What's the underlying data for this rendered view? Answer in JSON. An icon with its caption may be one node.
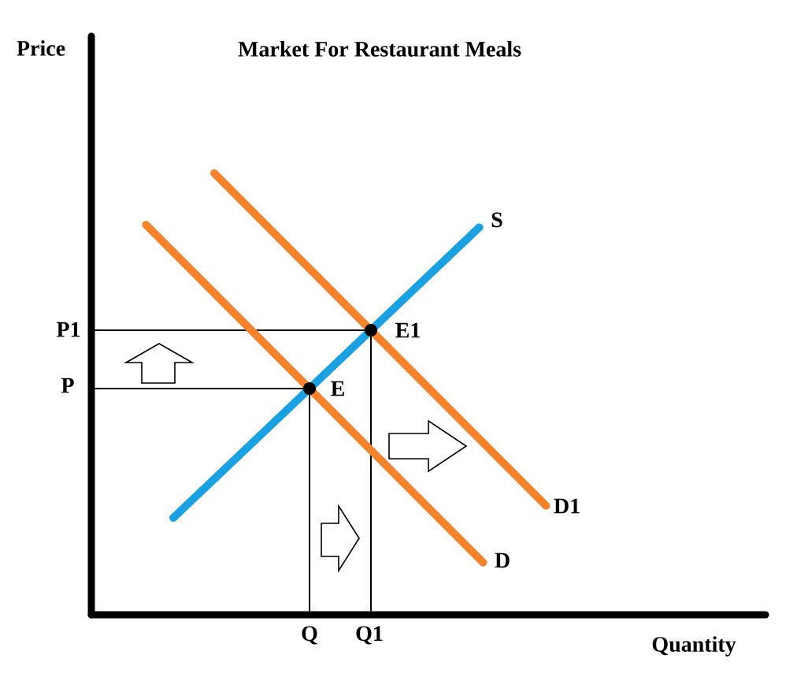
{
  "diagram": {
    "title": "Market For Restaurant Meals",
    "labels": [
      "Price",
      "S",
      "P1",
      "E1",
      "P",
      "E",
      "D1",
      "D",
      "Q",
      "Q1",
      "Quantity"
    ]
  }
}
